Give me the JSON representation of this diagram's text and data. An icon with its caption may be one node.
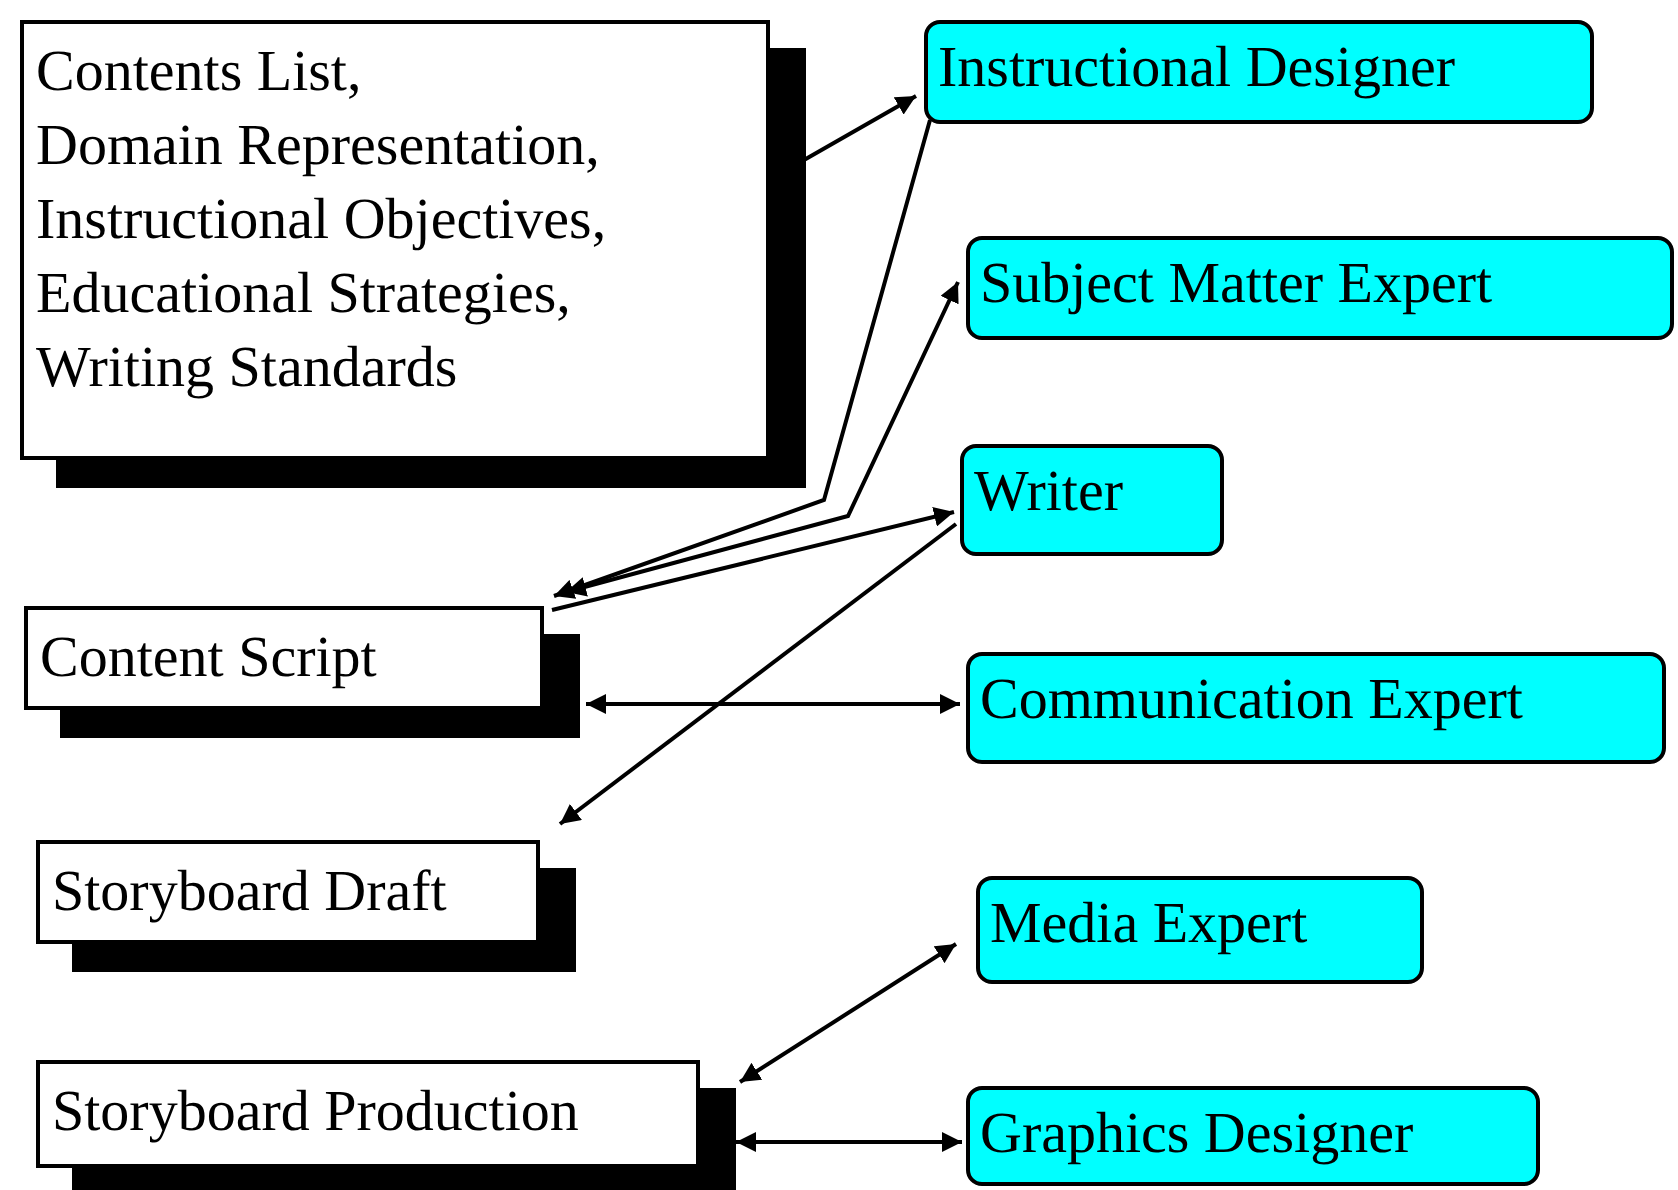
{
  "diagram": {
    "nodes": [
      {
        "text": [
          "Contents List,",
          "Domain Representation,",
          "Instructional Objectives,",
          "Educational Strategies,",
          "Writing Standards"
        ]
      },
      {
        "text": [
          "Instructional Designer"
        ]
      },
      {
        "text": [
          "Subject Matter Expert"
        ]
      },
      {
        "text": [
          "Content Script"
        ]
      },
      {
        "text": [
          "Writer"
        ]
      },
      {
        "text": [
          "Communication Expert"
        ]
      },
      {
        "text": [
          "Storyboard Draft"
        ]
      },
      {
        "text": [
          "Media Expert"
        ]
      },
      {
        "text": [
          "Storyboard Production"
        ]
      },
      {
        "text": [
          "Graphics Designer"
        ]
      }
    ],
    "edges": [
      {
        "from": 0,
        "to": 1,
        "arrow": "to"
      },
      {
        "from": 1,
        "to": 3,
        "arrow": "to"
      },
      {
        "from": 3,
        "to": 2,
        "arrow": "both"
      },
      {
        "from": 3,
        "to": 4,
        "arrow": "to"
      },
      {
        "from": 3,
        "to": 5,
        "arrow": "both"
      },
      {
        "from": 4,
        "to": 6,
        "arrow": "to"
      },
      {
        "from": 8,
        "to": 7,
        "arrow": "both"
      },
      {
        "from": 8,
        "to": 9,
        "arrow": "both"
      }
    ]
  }
}
